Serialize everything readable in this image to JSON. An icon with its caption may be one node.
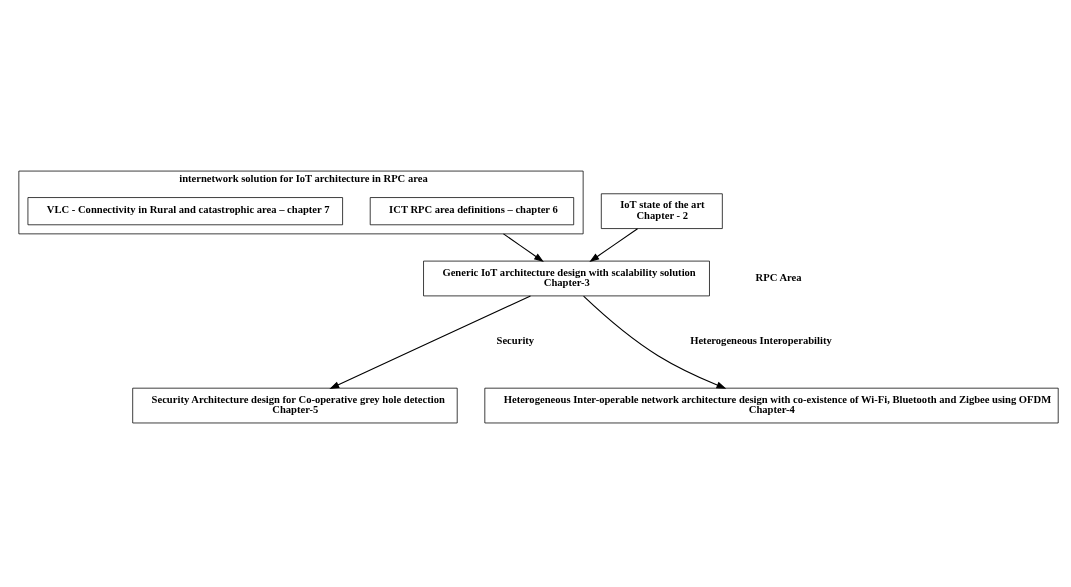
{
  "diagram": {
    "nodes": [
      {
        "text": [
          "internetwork solution for IoT architecture in RPC area"
        ]
      },
      {
        "text": [
          "ICT RPC area definitions – chapter 6"
        ],
        "in": 0
      },
      {
        "text": [
          "VLC - Connectivity in Rural and catastrophic area – chapter 7"
        ],
        "in": 0
      },
      {
        "text": [
          "IoT state of the art",
          "Chapter - 2"
        ]
      },
      {
        "text": [
          "Generic IoT architecture design with scalability solution",
          "Chapter-3"
        ]
      },
      {
        "text": [
          "Security Architecture design for Co-operative grey hole detection",
          "Chapter-5"
        ]
      },
      {
        "text": [
          "Heterogeneous Inter-operable network architecture design with co-existence of Wi-Fi, Bluetooth and Zigbee using OFDM",
          "Chapter-4"
        ]
      }
    ],
    "edges": [
      {
        "from": 3,
        "to": 4,
        "arrow": "to"
      },
      {
        "from": 0,
        "to": 4,
        "arrow": "to"
      },
      {
        "from": 4,
        "to": 5,
        "arrow": "to"
      },
      {
        "from": 4,
        "to": 6,
        "arrow": "to"
      }
    ],
    "labels": [
      "RPC Area",
      "Security",
      "Heterogeneous Interoperability"
    ]
  }
}
